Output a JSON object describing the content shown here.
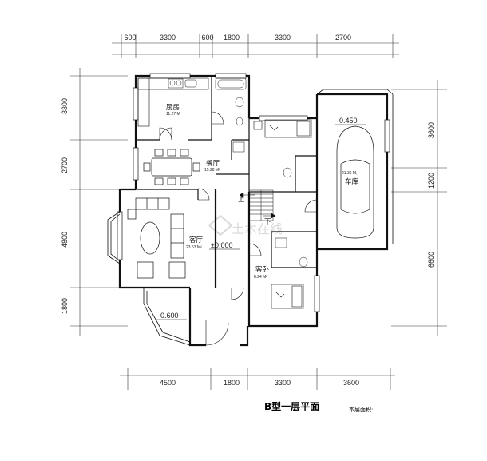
{
  "drawing": {
    "title": "B型一层平面",
    "area_label": "本层面积:",
    "watermark": "土木在线"
  },
  "dimensions": {
    "top": [
      "600",
      "3300",
      "600",
      "1800",
      "3300",
      "2700"
    ],
    "bottom": [
      "4500",
      "1800",
      "3300",
      "3600"
    ],
    "left": [
      "3300",
      "2700",
      "4800",
      "1800"
    ],
    "right": [
      "3600",
      "1200",
      "6600"
    ]
  },
  "rooms": {
    "kitchen": {
      "name": "厨房",
      "area": "11.27 M"
    },
    "dining": {
      "name": "餐厅",
      "area": "15.28 M²"
    },
    "living": {
      "name": "客厅",
      "area": "23.53 M²"
    },
    "garage": {
      "name": "车库",
      "area": "21.36 M,"
    },
    "guest": {
      "name": "客卧",
      "area": "8.24 M²"
    }
  },
  "stairs": {
    "up": "上",
    "down": "下"
  },
  "levels": {
    "main": "±0.000",
    "garage": "-0.450",
    "terrace": "-0.600"
  }
}
